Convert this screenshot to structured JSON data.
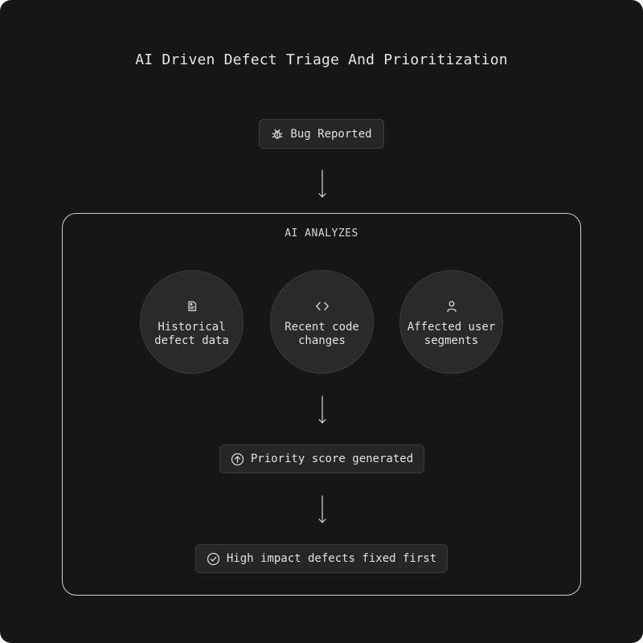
{
  "title": "AI Driven Defect Triage And Prioritization",
  "bug_reported": {
    "label": "Bug Reported",
    "icon": "bug-icon"
  },
  "ai_analyzes": {
    "label": "AI ANALYZES",
    "factors": [
      {
        "line1": "Historical",
        "line2": "defect data",
        "icon": "document-icon"
      },
      {
        "line1": "Recent code",
        "line2": "changes",
        "icon": "code-icon"
      },
      {
        "line1": "Affected user",
        "line2": "segments",
        "icon": "user-icon"
      }
    ]
  },
  "priority_score": {
    "label": "Priority score generated",
    "icon": "arrow-up-circle-icon"
  },
  "high_impact": {
    "label": "High impact defects fixed first",
    "icon": "check-circle-icon"
  },
  "colors": {
    "background": "#161616",
    "node_fill": "#262626",
    "node_border": "#3c3c3c",
    "panel_border": "#cfcfcf",
    "text": "#e4e4e4"
  }
}
